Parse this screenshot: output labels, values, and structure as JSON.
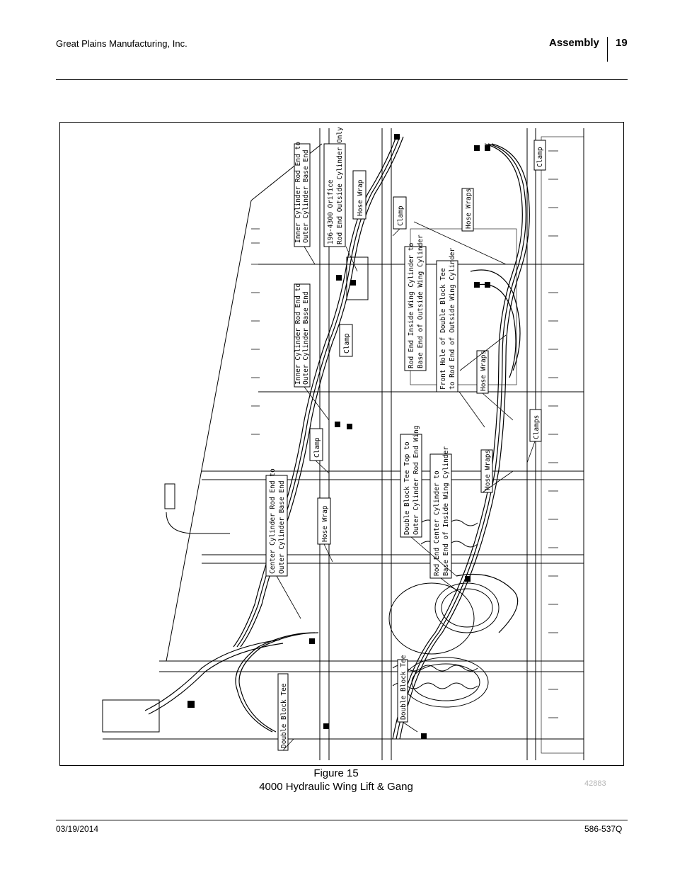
{
  "header": {
    "company": "Great Plains Manufacturing, Inc.",
    "section": "Assembly",
    "page_number": "19"
  },
  "figure": {
    "number_label": "Figure 15",
    "title": "4000 Hydraulic Wing Lift & Gang",
    "image_id": "42883",
    "callouts": {
      "inner_cyl_top": [
        "Inner Cylinder Rod End to",
        "Outer Cylinder Base End"
      ],
      "orifice": [
        "196-4300 Orifice",
        "Rod End Outside Cylinder Only"
      ],
      "hose_wrap_top": "Hose Wrap",
      "clamp_top": "Clamp",
      "clamp_right_top": "Clamp",
      "hose_wraps_right": "Hose Wraps",
      "inner_cyl_mid": [
        "Inner Cylinder Rod End to",
        "Outer Cylinder Base End"
      ],
      "clamp_mid": "Clamp",
      "rod_end_inside": [
        "Rod End Inside Wing Cylinder to",
        "Base End of Outside Wing Cylinder"
      ],
      "front_hole": [
        "Front Hole of Double Block Tee",
        "to Rod End of Outside Wing Cylinder"
      ],
      "hose_wraps_mid": "Hose Wraps",
      "clamps_right": "Clamps",
      "clamp_left": "Clamp",
      "double_block_tee_top": [
        "Double Block Tee Top to",
        "Outer Cylinder Rod End Wing"
      ],
      "hose_wraps_lower": "Hose Wraps",
      "rod_end_center": [
        "Rod End Center Cylinder to",
        "Base End of Inside Wing Cylinder"
      ],
      "center_cyl": [
        "Center Cylinder Rod End to",
        "Outer Cylinder Base End"
      ],
      "hose_wrap_left": "Hose Wrap",
      "double_block_tee_left": "Double Block Tee",
      "double_block_tee_bottom": "Double Block Tee"
    }
  },
  "footer": {
    "date": "03/19/2014",
    "doc_number": "586-537Q"
  }
}
